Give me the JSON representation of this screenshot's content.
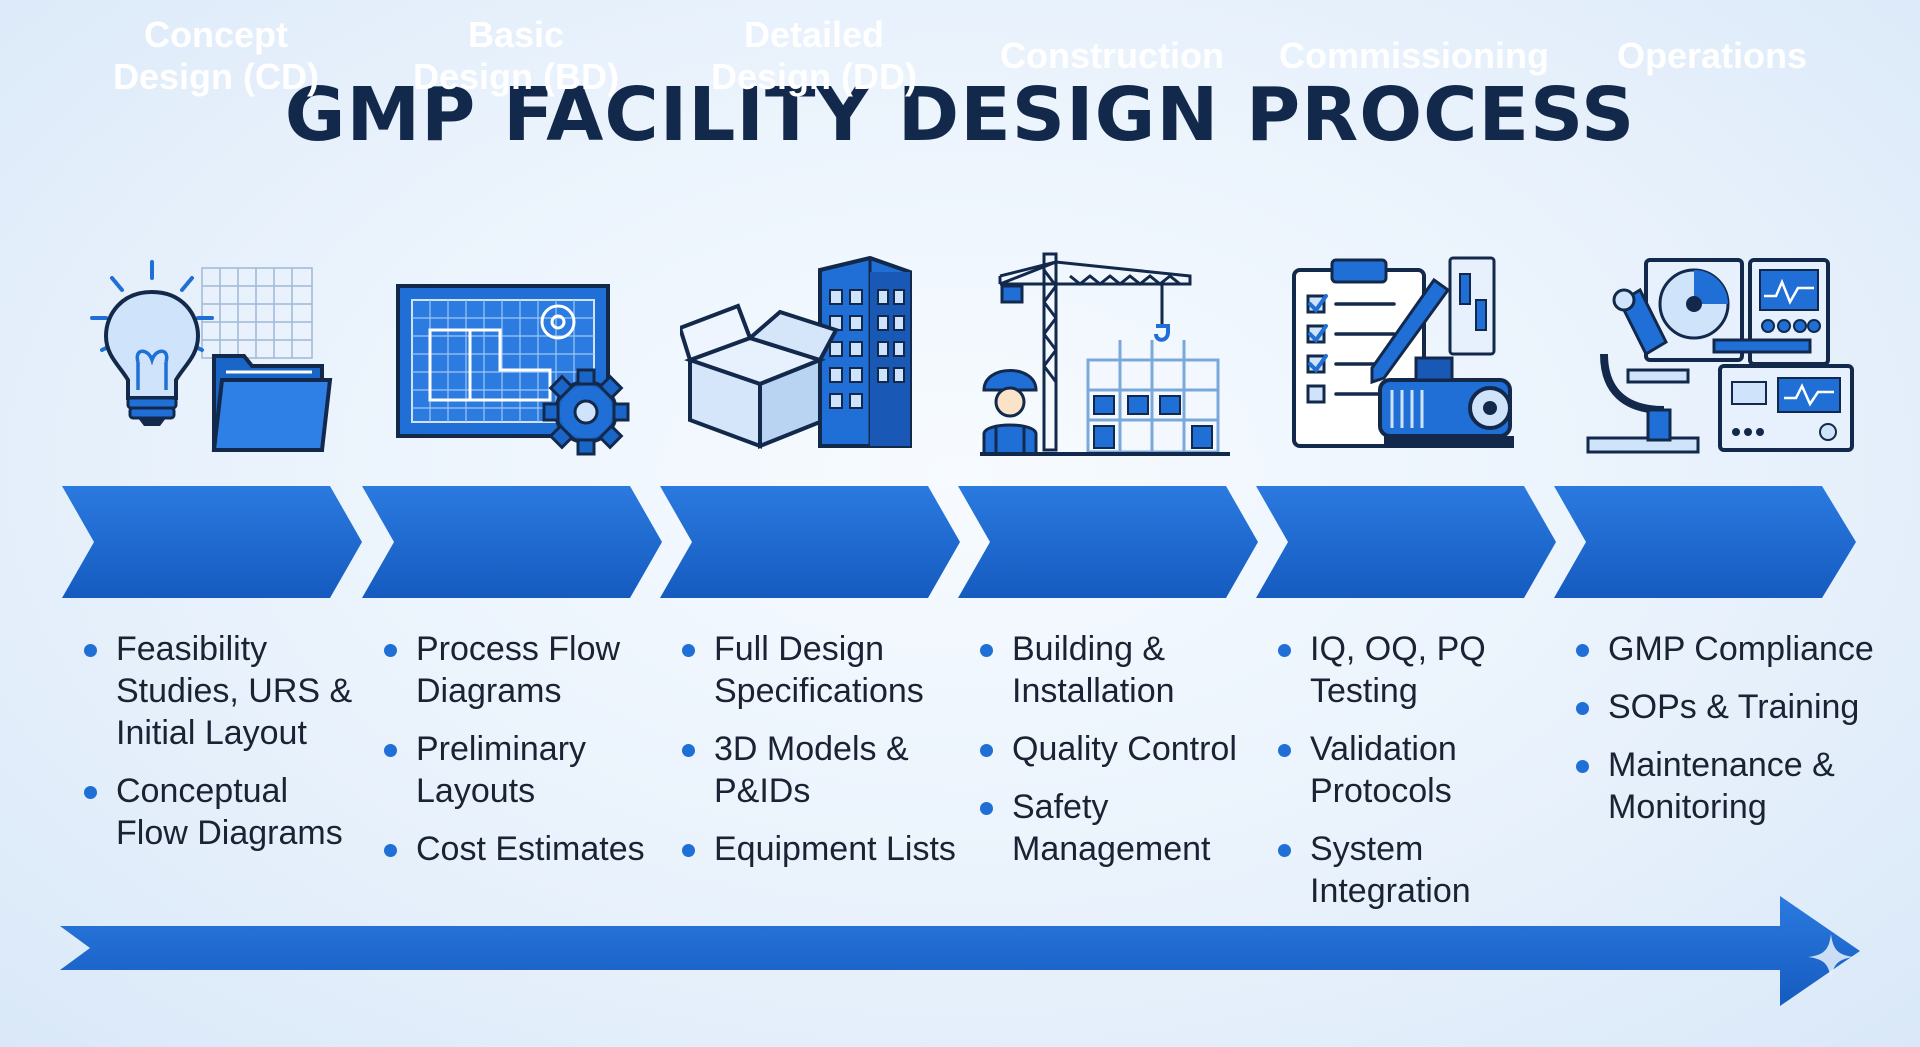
{
  "title": "GMP FACILITY DESIGN PROCESS",
  "colors": {
    "primary": "#1f6fd6",
    "dark": "#1555b0",
    "title": "#13294b",
    "text": "#1a2233"
  },
  "stages": [
    {
      "label": "Concept\nDesign (CD)",
      "icon": "lightbulb-folder-icon",
      "bullets": [
        "Feasibility\nStudies, URS &\nInitial Layout",
        "Conceptual\nFlow Diagrams"
      ]
    },
    {
      "label": "Basic\nDesign (BD)",
      "icon": "blueprint-gear-icon",
      "bullets": [
        "Process Flow\nDiagrams",
        "Preliminary\nLayouts",
        "Cost Estimates"
      ]
    },
    {
      "label": "Detailed\nDesign (DD)",
      "icon": "box-building-icon",
      "bullets": [
        "Full Design\nSpecifications",
        "3D Models &\nP&IDs",
        "Equipment Lists"
      ]
    },
    {
      "label": "Construction",
      "icon": "crane-worker-icon",
      "bullets": [
        "Building &\nInstallation",
        "Quality Control",
        "Safety\nManagement"
      ]
    },
    {
      "label": "Commissioning",
      "icon": "checklist-pump-icon",
      "bullets": [
        "IQ, OQ, PQ\nTesting",
        "Validation\nProtocols",
        "System\nIntegration"
      ]
    },
    {
      "label": "Operations",
      "icon": "lab-equipment-icon",
      "bullets": [
        "GMP Compliance",
        "SOPs & Training",
        "Maintenance &\nMonitoring"
      ]
    }
  ]
}
